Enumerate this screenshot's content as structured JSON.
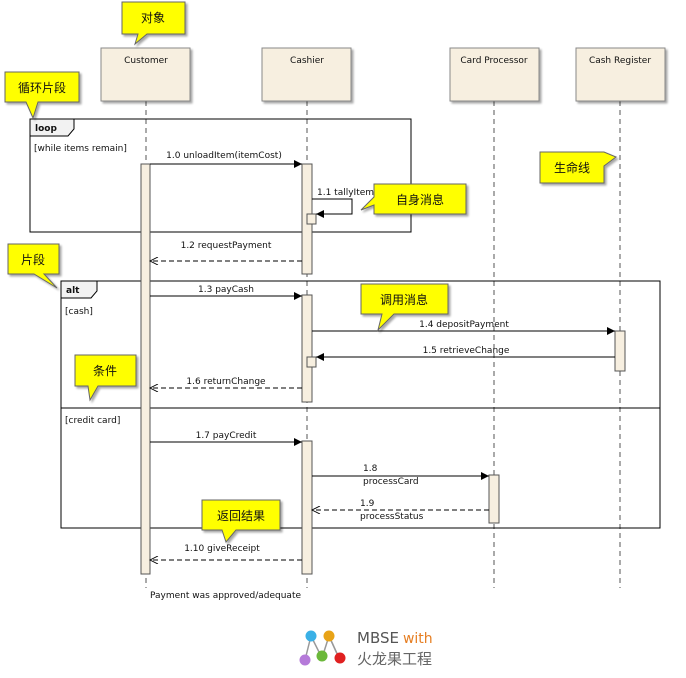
{
  "lifelines": [
    {
      "name": "Customer"
    },
    {
      "name": "Cashier"
    },
    {
      "name": "Card Processor"
    },
    {
      "name": "Cash Register"
    }
  ],
  "fragments": {
    "loop": {
      "keyword": "loop",
      "guard": "[while items remain]"
    },
    "alt": {
      "keyword": "alt",
      "guard_cash": "[cash]",
      "guard_credit": "[credit card]"
    }
  },
  "messages": {
    "m1_0": "1.0 unloadItem(itemCost)",
    "m1_1": "1.1 tallyItem",
    "m1_2": "1.2 requestPayment",
    "m1_3": "1.3 payCash",
    "m1_4": "1.4 depositPayment",
    "m1_5": "1.5 retrieveChange",
    "m1_6": "1.6 returnChange",
    "m1_7": "1.7 payCredit",
    "m1_8_num": "1.8",
    "m1_8_name": "processCard",
    "m1_9_num": "1.9",
    "m1_9_name": "processStatus",
    "m1_10": "1.10 giveReceipt"
  },
  "note": "Payment was approved/adequate",
  "callouts": {
    "object": "对象",
    "loop_fragment": "循环片段",
    "lifeline": "生命线",
    "self_message": "自身消息",
    "fragment": "片段",
    "call_message": "调用消息",
    "condition": "条件",
    "return_result": "返回结果"
  },
  "logo": {
    "brand": "MBSE",
    "with": "with",
    "subtitle": "火龙果工程"
  },
  "colors": {
    "lifeline_box": "#f7efe0",
    "activation": "#f7efe0",
    "callout": "#ffff00",
    "fragment_border": "#000000",
    "logo_dots": [
      "#3ab0e6",
      "#e8a317",
      "#6bb83a",
      "#e02020",
      "#b57ad9"
    ]
  }
}
